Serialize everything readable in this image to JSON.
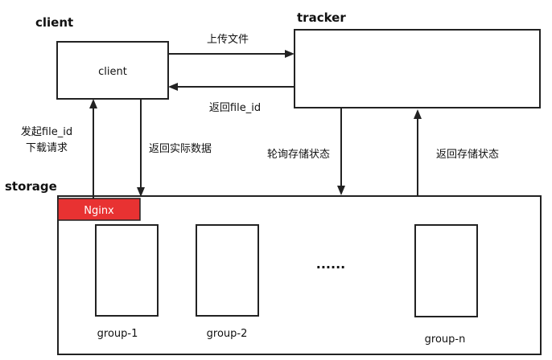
{
  "diagram": {
    "labels": {
      "client_title": "client",
      "tracker_title": "tracker",
      "storage_title": "storage",
      "client_box": "client",
      "nginx": "Nginx",
      "upload": "上传文件",
      "return_file_id": "返回file_id",
      "request_line1": "发起file_id",
      "request_line2": "下载请求",
      "return_data": "返回实际数据",
      "poll_status": "轮询存储状态",
      "return_status": "返回存储状态",
      "dots": "......"
    },
    "groups": [
      "group-1",
      "group-2",
      "group-n"
    ],
    "colors": {
      "nginx_fill": "#e83232",
      "stroke": "#222222",
      "text": "#111111"
    }
  }
}
